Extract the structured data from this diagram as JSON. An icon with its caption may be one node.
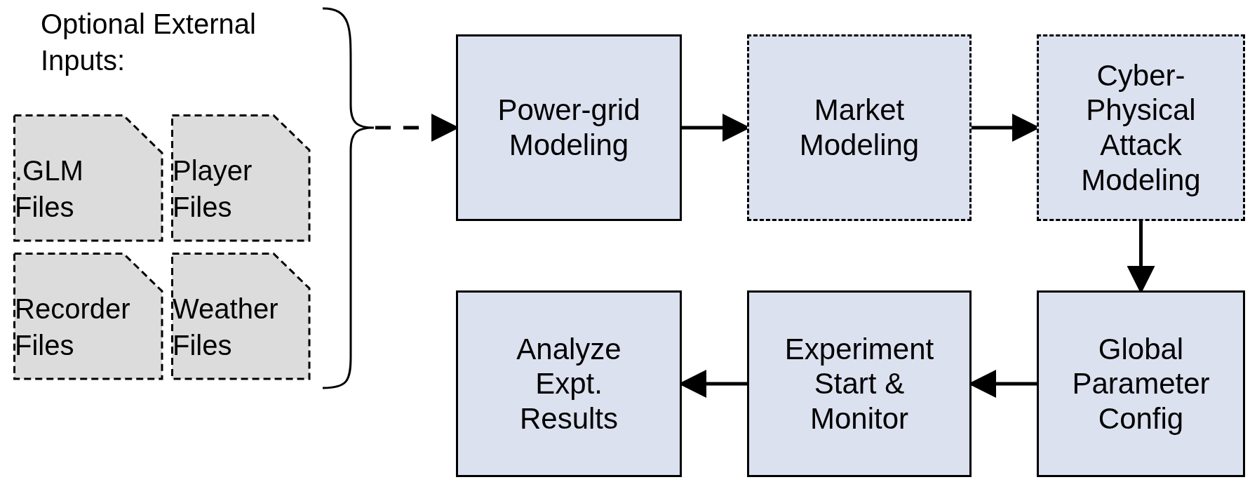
{
  "diagram": {
    "nodes": [
      {
        "text": [
          ".GLM Files"
        ]
      },
      {
        "text": [
          "Player Files"
        ]
      },
      {
        "text": [
          "Recorder Files"
        ]
      },
      {
        "text": [
          "Weather Files"
        ]
      },
      {
        "text": [],
        "shape": "bracket"
      },
      {
        "text": [
          "Power-grid Modeling"
        ]
      },
      {
        "text": [
          "Market Modeling"
        ]
      },
      {
        "text": [
          "Cyber-Physical Attack Modeling"
        ]
      },
      {
        "text": [
          "Global Parameter Config"
        ]
      },
      {
        "text": [
          "Experiment Start & Monitor"
        ]
      },
      {
        "text": [
          "Analyze Expt. Results"
        ]
      }
    ],
    "edges": [
      {
        "from": 4,
        "to": 5,
        "arrow": "to",
        "style": "dashed"
      },
      {
        "from": 5,
        "to": 6,
        "arrow": "to"
      },
      {
        "from": 6,
        "to": 7,
        "arrow": "to"
      },
      {
        "from": 7,
        "to": 8,
        "arrow": "to"
      },
      {
        "from": 8,
        "to": 9,
        "arrow": "to"
      },
      {
        "from": 9,
        "to": 10,
        "arrow": "to"
      }
    ],
    "labels": [
      "Optional External Inputs:"
    ]
  }
}
